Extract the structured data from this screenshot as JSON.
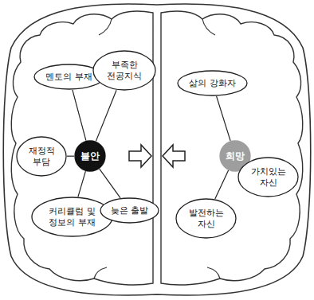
{
  "diagram": {
    "nodes": [
      {
        "text": [
          "불안"
        ]
      },
      {
        "text": [
          "멘토의 부재"
        ]
      },
      {
        "text": [
          "부족한 전공지식"
        ]
      },
      {
        "text": [
          "재정적 부담"
        ]
      },
      {
        "text": [
          "커리큘럼 및 정보의 부재"
        ]
      },
      {
        "text": [
          "늦은 출발"
        ]
      },
      {
        "text": [
          "희망"
        ]
      },
      {
        "text": [
          "삶의 강화자"
        ]
      },
      {
        "text": [
          "가치있는 자신"
        ]
      },
      {
        "text": [
          "발전하는 자신"
        ]
      }
    ],
    "edges": [
      {
        "from": 0,
        "to": 1,
        "arrow": "none"
      },
      {
        "from": 0,
        "to": 2,
        "arrow": "none"
      },
      {
        "from": 0,
        "to": 3,
        "arrow": "none"
      },
      {
        "from": 0,
        "to": 4,
        "arrow": "none"
      },
      {
        "from": 0,
        "to": 5,
        "arrow": "none"
      },
      {
        "from": 6,
        "to": 7,
        "arrow": "none"
      },
      {
        "from": 6,
        "to": 8,
        "arrow": "none"
      },
      {
        "from": 6,
        "to": 9,
        "arrow": "none"
      }
    ]
  }
}
